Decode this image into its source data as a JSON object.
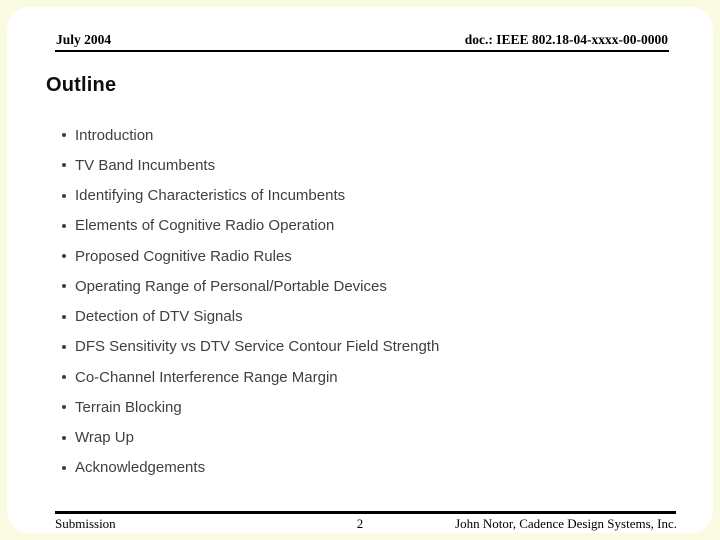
{
  "header": {
    "date": "July 2004",
    "doc": "doc.: IEEE 802.18-04-xxxx-00-0000"
  },
  "title": "Outline",
  "bullets": [
    "Introduction",
    "TV Band Incumbents",
    "Identifying Characteristics of Incumbents",
    "Elements of Cognitive Radio Operation",
    "Proposed Cognitive Radio Rules",
    "Operating Range of Personal/Portable Devices",
    "Detection of DTV Signals",
    "DFS Sensitivity vs DTV Service Contour Field Strength",
    "Co-Channel Interference Range Margin",
    "Terrain Blocking",
    "Wrap Up",
    "Acknowledgements"
  ],
  "footer": {
    "left": "Submission",
    "page": "2",
    "right": "John Notor, Cadence Design Systems, Inc."
  },
  "colors": {
    "frame_background": "#FBFBE1",
    "slide_surface": "#FFFFFF",
    "body_text": "#3F3F3F",
    "heading_text": "#000000"
  }
}
